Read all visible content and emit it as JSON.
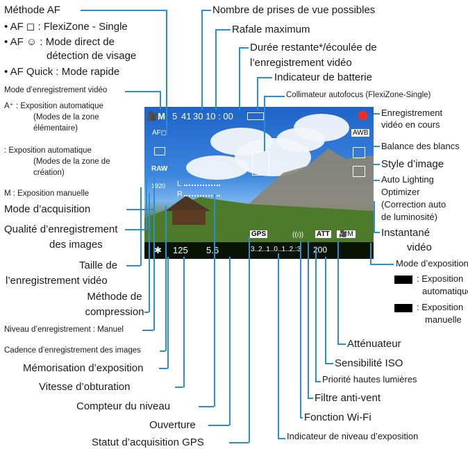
{
  "left_labels": {
    "af_method": "Méthode AF",
    "af_single": "• AF ◻ : FlexiZone - Single",
    "af_face_1": "• AF ☺ : Mode direct de",
    "af_face_2": "détection de visage",
    "af_quick": "• AF Quick : Mode rapide",
    "movie_mode": "Mode d’enregistrement vidéo",
    "auto_basic_1": "A⁺ : Exposition automatique",
    "auto_basic_2": "(Modes de la zone",
    "auto_basic_3": "élémentaire)",
    "auto_creative_1": ": Exposition automatique",
    "auto_creative_2": "(Modes de la zone de",
    "auto_creative_3": "création)",
    "manual": "M : Exposition manuelle",
    "drive": "Mode d’acquisition",
    "quality_1": "Qualité d’enregistrement",
    "quality_2": "des images",
    "size_1": "Taille de",
    "size_2": "l’enregistrement vidéo",
    "compression_1": "Méthode de",
    "compression_2": "compression",
    "rec_level": "Niveau d’enregistrement : Manuel",
    "frame_rate": "Cadence d’enregistrement des images",
    "ae_lock": "Mémorisation d’exposition",
    "shutter": "Vitesse d’obturation",
    "level_meter": "Compteur du niveau",
    "aperture": "Ouverture",
    "gps": "Statut d’acquisition GPS"
  },
  "top_labels": {
    "shots": "Nombre de prises de vue possibles",
    "burst": "Rafale maximum",
    "time_1": "Durée restante*/écoulée de",
    "time_2": "l’enregistrement vidéo",
    "battery": "Indicateur de batterie",
    "af_point": "Collimateur autofocus (FlexiZone-Single)"
  },
  "right_labels": {
    "recording_1": "Enregistrement",
    "recording_2": "vidéo en cours",
    "wb": "Balance des blancs",
    "style": "Style d’image",
    "alo_1": "Auto Lighting",
    "alo_2": "Optimizer",
    "alo_3": "(Correction auto",
    "alo_4": "de luminosité)",
    "snapshot_1": "Instantané",
    "snapshot_2": "vidéo",
    "exposure_mode": "Mode d’exposition",
    "exp_auto_1": ": Exposition",
    "exp_auto_2": "automatique",
    "exp_manual_1": ": Exposition",
    "exp_manual_2": "manuelle",
    "attenuator": "Atténuateur",
    "iso": "Sensibilité ISO",
    "highlight": "Priorité hautes lumières",
    "wind": "Filtre anti-vent",
    "wifi": "Fonction Wi-Fi",
    "exp_level": "Indicateur de niveau d’exposition"
  },
  "screen": {
    "shots_count": "5",
    "burst_count": "41",
    "time": "30 10 : 00",
    "af_icon": "AF◻",
    "shutter": "125",
    "aperture": "5.6",
    "scale": "3..2..1..0..1..2.:3",
    "iso": "200",
    "gps": "GPS",
    "att": "ATT",
    "awb": "AWB",
    "raw": "RAW",
    "size": "1920",
    "level_l": "L",
    "level_r": "R"
  },
  "colors": {
    "leader_line": "#2a8fd0",
    "rec_dot": "#ff2a1a"
  }
}
